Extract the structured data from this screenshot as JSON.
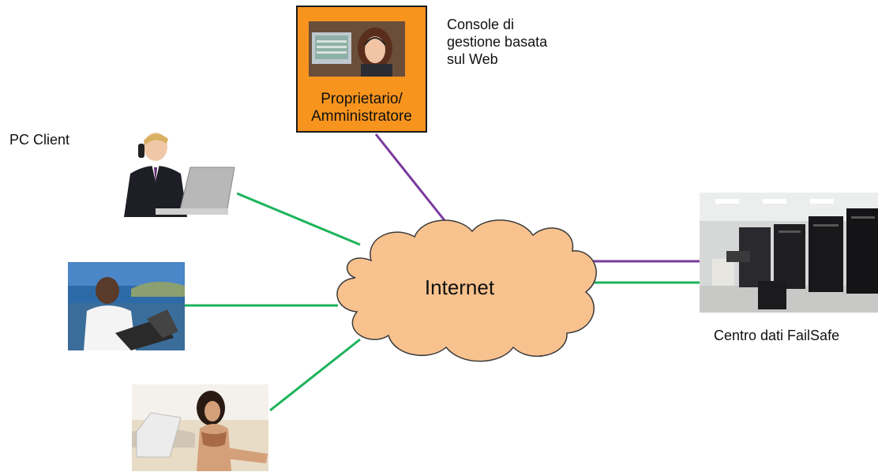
{
  "nodes": {
    "console_caption": [
      "Console di",
      "gestione basata",
      "sul Web"
    ],
    "admin_caption": [
      "Proprietario/",
      "Amministratore"
    ],
    "pc_client": "PC Client",
    "internet": "Internet",
    "datacenter": "Centro dati FailSafe"
  },
  "colors": {
    "admin_box": "#f7941d",
    "cloud_fill": "#f8c28f",
    "cloud_stroke": "#3b3b3b",
    "client_link": "#1db35a",
    "admin_link": "#7b3a9e"
  }
}
